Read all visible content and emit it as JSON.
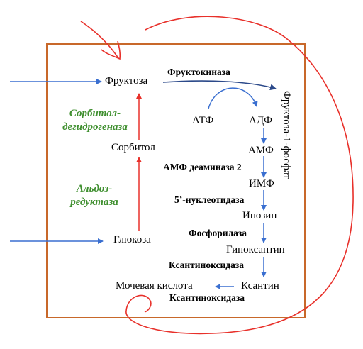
{
  "colors": {
    "frame": "#c8682a",
    "arrow_blue": "#3a6fd0",
    "arrow_red": "#e8302a",
    "enzyme_green": "#3f8f2f"
  },
  "metabolites": {
    "fructose": "Фруктоза",
    "atp": "АТФ",
    "adp": "АДФ",
    "fructose_1_phosphate": "Фруктоза-1-фосфат",
    "sorbitol": "Сорбитол",
    "amp": "АМФ",
    "imp": "ИМФ",
    "inosine": "Инозин",
    "glucose": "Глюкоза",
    "hypoxanthine": "Гипоксантин",
    "uric_acid": "Мочевая кислота",
    "xanthine": "Ксантин"
  },
  "enzymes": {
    "fructokinase": "Фруктокиназа",
    "sorbitol_dehydrogenase_line1": "Сорбитол-",
    "sorbitol_dehydrogenase_line2": "дегидрогеназа",
    "aldose_reductase_line1": "Альдоз-",
    "aldose_reductase_line2": "редуктаза",
    "amp_deaminase": "АМФ деаминаза 2",
    "nucleotidase": "5’-нуклеотидаза",
    "phosphorylase": "Фосфорилаза",
    "xanthine_oxidase_1": "Ксантиноксидаза",
    "xanthine_oxidase_2": "Ксантиноксидаза"
  }
}
